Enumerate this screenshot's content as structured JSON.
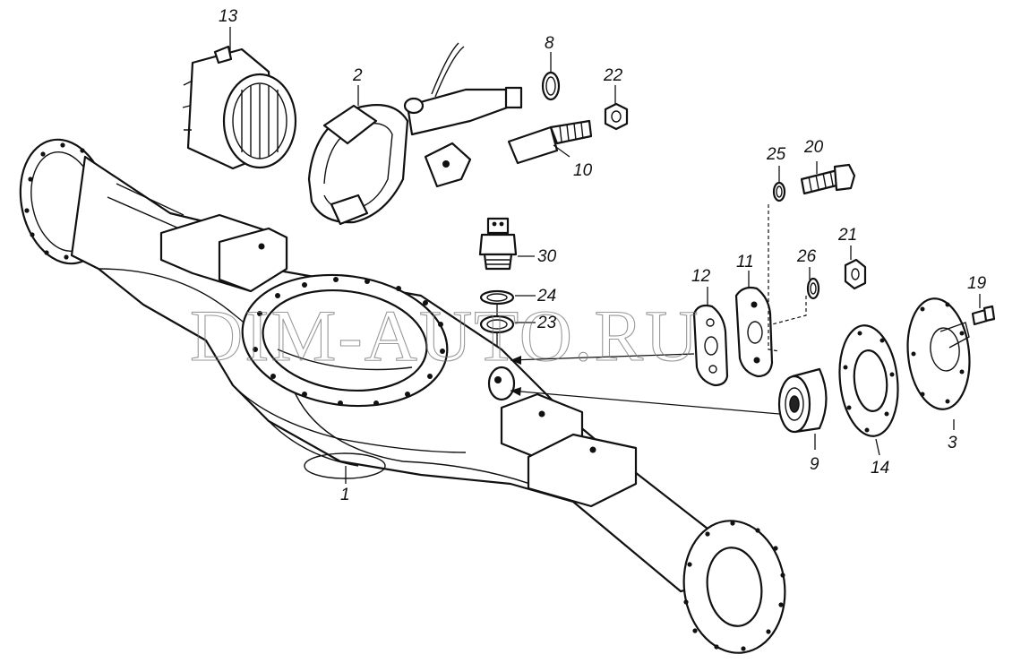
{
  "watermark": "DIM-AUTO.RU",
  "callouts": {
    "c1": "1",
    "c2": "2",
    "c3": "3",
    "c8": "8",
    "c9": "9",
    "c10": "10",
    "c11": "11",
    "c12": "12",
    "c13": "13",
    "c14": "14",
    "c19": "19",
    "c20": "20",
    "c21": "21",
    "c22": "22",
    "c23": "23",
    "c24": "24",
    "c25": "25",
    "c26": "26",
    "c30": "30"
  }
}
